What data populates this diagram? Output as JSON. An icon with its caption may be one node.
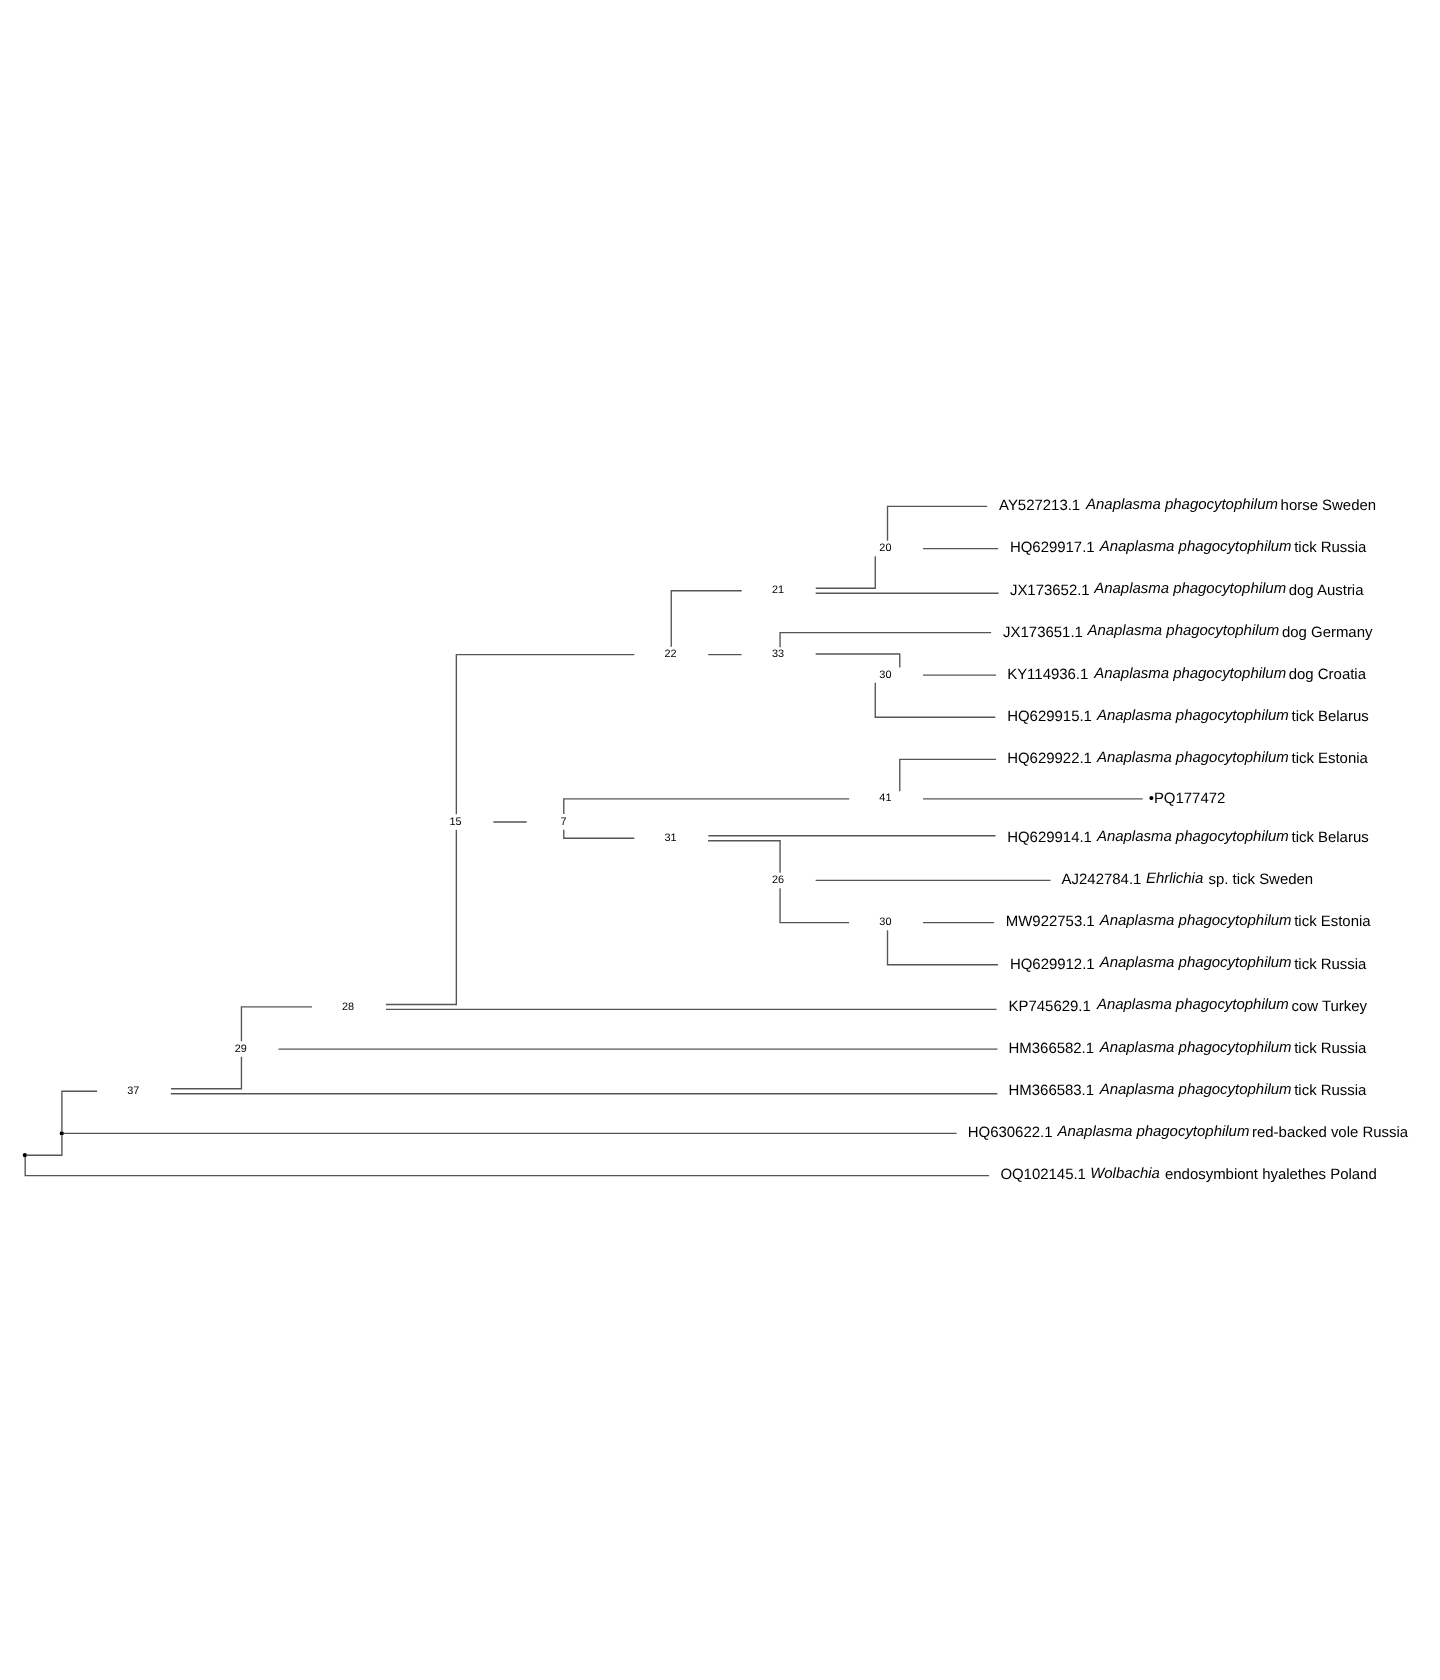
{
  "diagram": {
    "nodes": [
      {
        "text": [],
        "shape": "point"
      },
      {
        "text": [],
        "shape": "point"
      },
      {
        "text": [
          "37"
        ]
      },
      {
        "text": [
          "29"
        ]
      },
      {
        "text": [
          "28"
        ]
      },
      {
        "text": [
          "15"
        ]
      },
      {
        "text": [
          "22"
        ]
      },
      {
        "text": [
          "21"
        ]
      },
      {
        "text": [
          "20"
        ]
      },
      {
        "text": [
          "AY527213.1 *Anaplasma phagocytophilum* horse Sweden"
        ]
      },
      {
        "text": [
          "HQ629917.1 *Anaplasma phagocytophilum* tick Russia"
        ]
      },
      {
        "text": [
          "JX173652.1 *Anaplasma phagocytophilum* dog Austria"
        ]
      },
      {
        "text": [
          "33"
        ]
      },
      {
        "text": [
          "JX173651.1 *Anaplasma phagocytophilum* dog Germany"
        ]
      },
      {
        "text": [
          "30"
        ]
      },
      {
        "text": [
          "KY114936.1 *Anaplasma phagocytophilum* dog Croatia"
        ]
      },
      {
        "text": [
          "HQ629915.1 *Anaplasma phagocytophilum* tick Belarus"
        ]
      },
      {
        "text": [
          "7"
        ]
      },
      {
        "text": [
          "41"
        ]
      },
      {
        "text": [
          "HQ629922.1 *Anaplasma phagocytophilum* tick Estonia"
        ]
      },
      {
        "text": [
          "•PQ177472"
        ]
      },
      {
        "text": [
          "31"
        ]
      },
      {
        "text": [
          "HQ629914.1 *Anaplasma phagocytophilum* tick Belarus"
        ]
      },
      {
        "text": [
          "26"
        ]
      },
      {
        "text": [
          "AJ242784.1 *Ehrlichia* sp. tick Sweden"
        ]
      },
      {
        "text": [
          "30"
        ]
      },
      {
        "text": [
          "MW922753.1 *Anaplasma phagocytophilum* tick Estonia"
        ]
      },
      {
        "text": [
          "HQ629912.1 *Anaplasma phagocytophilum* tick Russia"
        ]
      },
      {
        "text": [
          "KP745629.1 *Anaplasma phagocytophilum* cow Turkey"
        ]
      },
      {
        "text": [
          "HM366582.1 *Anaplasma phagocytophilum* tick Russia"
        ]
      },
      {
        "text": [
          "HM366583.1 *Anaplasma phagocytophilum* tick Russia"
        ]
      },
      {
        "text": [
          "HQ630622.1 *Anaplasma phagocytophilum* red-backed vole Russia"
        ]
      },
      {
        "text": [
          "OQ102145.1 *Wolbachia* endosymbiont hyalethes Poland"
        ]
      }
    ],
    "edges": [
      {
        "from": 0,
        "to": 1,
        "arrow": "none"
      },
      {
        "from": 1,
        "to": 2,
        "arrow": "none"
      },
      {
        "from": 2,
        "to": 3,
        "arrow": "none"
      },
      {
        "from": 3,
        "to": 4,
        "arrow": "none"
      },
      {
        "from": 4,
        "to": 5,
        "arrow": "none"
      },
      {
        "from": 5,
        "to": 6,
        "arrow": "none"
      },
      {
        "from": 6,
        "to": 7,
        "arrow": "none"
      },
      {
        "from": 7,
        "to": 8,
        "arrow": "none"
      },
      {
        "from": 8,
        "to": 9,
        "arrow": "none"
      },
      {
        "from": 8,
        "to": 10,
        "arrow": "none"
      },
      {
        "from": 7,
        "to": 11,
        "arrow": "none"
      },
      {
        "from": 6,
        "to": 12,
        "arrow": "none"
      },
      {
        "from": 12,
        "to": 13,
        "arrow": "none"
      },
      {
        "from": 12,
        "to": 14,
        "arrow": "none"
      },
      {
        "from": 14,
        "to": 15,
        "arrow": "none"
      },
      {
        "from": 14,
        "to": 16,
        "arrow": "none"
      },
      {
        "from": 5,
        "to": 17,
        "arrow": "none"
      },
      {
        "from": 17,
        "to": 18,
        "arrow": "none"
      },
      {
        "from": 18,
        "to": 19,
        "arrow": "none"
      },
      {
        "from": 18,
        "to": 20,
        "arrow": "none"
      },
      {
        "from": 17,
        "to": 21,
        "arrow": "none"
      },
      {
        "from": 21,
        "to": 22,
        "arrow": "none"
      },
      {
        "from": 21,
        "to": 23,
        "arrow": "none"
      },
      {
        "from": 23,
        "to": 24,
        "arrow": "none"
      },
      {
        "from": 23,
        "to": 25,
        "arrow": "none"
      },
      {
        "from": 25,
        "to": 26,
        "arrow": "none"
      },
      {
        "from": 25,
        "to": 27,
        "arrow": "none"
      },
      {
        "from": 4,
        "to": 28,
        "arrow": "none"
      },
      {
        "from": 3,
        "to": 29,
        "arrow": "none"
      },
      {
        "from": 2,
        "to": 30,
        "arrow": "none"
      },
      {
        "from": 1,
        "to": 31,
        "arrow": "none"
      },
      {
        "from": 0,
        "to": 32,
        "arrow": "none"
      }
    ]
  }
}
